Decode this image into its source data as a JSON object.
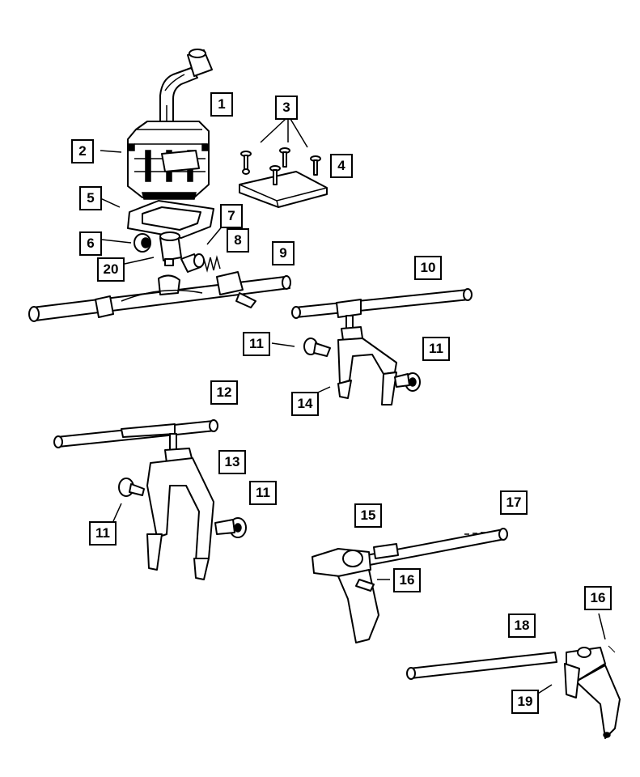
{
  "callouts": {
    "c1": "1",
    "c2": "2",
    "c3": "3",
    "c4": "4",
    "c5": "5",
    "c6": "6",
    "c7": "7",
    "c8": "8",
    "c9": "9",
    "c10": "10",
    "c11a": "11",
    "c11b": "11",
    "c11c": "11",
    "c11d": "11",
    "c12": "12",
    "c13": "13",
    "c14": "14",
    "c15": "15",
    "c16a": "16",
    "c16b": "16",
    "c17": "17",
    "c18": "18",
    "c19": "19",
    "c20": "20"
  }
}
